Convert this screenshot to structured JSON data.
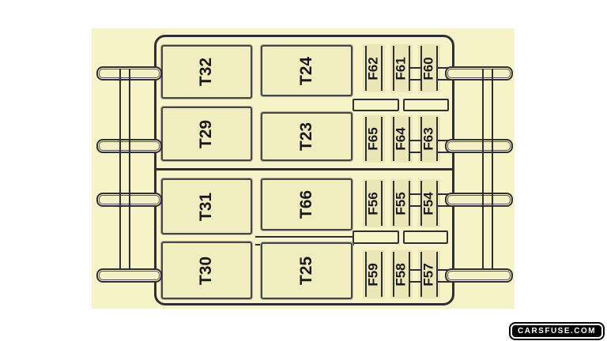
{
  "watermark": {
    "label": "CARSFUSE.COM"
  },
  "colors": {
    "background": "#ffffff",
    "panel": "#f6f3c6",
    "relay_fill": "#f0edbe",
    "fuse_fill": "#eae6b6",
    "line": "#2e2e38",
    "watermark_bg": "#050505",
    "watermark_text": "#ffffff"
  },
  "fuse_box": {
    "large_relays": [
      {
        "label": "T32"
      },
      {
        "label": "T24"
      },
      {
        "label": "T29"
      },
      {
        "label": "T23"
      },
      {
        "label": "T31"
      },
      {
        "label": "T66"
      },
      {
        "label": "T30"
      },
      {
        "label": "T25"
      }
    ],
    "fuse_groups": [
      {
        "fuses": [
          {
            "label": "F62"
          },
          {
            "label": "F61"
          },
          {
            "label": "F60"
          }
        ]
      },
      {
        "fuses": [
          {
            "label": "F65"
          },
          {
            "label": "F64"
          },
          {
            "label": "F63"
          }
        ]
      },
      {
        "fuses": [
          {
            "label": "F56"
          },
          {
            "label": "F55"
          },
          {
            "label": "F54"
          }
        ]
      },
      {
        "fuses": [
          {
            "label": "F59"
          },
          {
            "label": "F58"
          },
          {
            "label": "F57"
          }
        ]
      }
    ]
  }
}
